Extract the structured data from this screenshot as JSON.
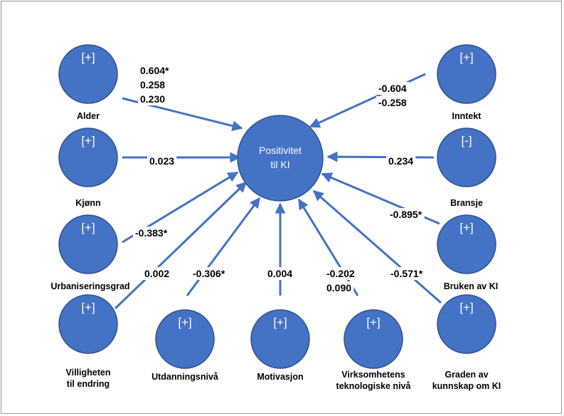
{
  "center": {
    "line1": "Positivitet",
    "line2": "til KI"
  },
  "nodes": {
    "alder": {
      "sign": "[+]",
      "label_lines": [
        "Alder"
      ]
    },
    "kjonn": {
      "sign": "[+]",
      "label_lines": [
        "Kjønn"
      ]
    },
    "urban": {
      "sign": "[+]",
      "label_lines": [
        "Urbaniseringsgrad"
      ]
    },
    "villighet": {
      "sign": "[+]",
      "label_lines": [
        "Villigheten",
        "til endring"
      ]
    },
    "utdanning": {
      "sign": "[+]",
      "label_lines": [
        "Utdanningsnivå"
      ]
    },
    "motivasjon": {
      "sign": "[+]",
      "label_lines": [
        "Motivasjon"
      ]
    },
    "virksomhet": {
      "sign": "[+]",
      "label_lines": [
        "Virksomhetens",
        "teknologiske nivå"
      ]
    },
    "graden": {
      "sign": "[+]",
      "label_lines": [
        "Graden av",
        "kunnskap om KI"
      ]
    },
    "bruken": {
      "sign": "[+]",
      "label_lines": [
        "Bruken av KI"
      ]
    },
    "bransje": {
      "sign": "[-]",
      "label_lines": [
        "Bransje"
      ]
    },
    "inntekt": {
      "sign": "[+]",
      "label_lines": [
        "Inntekt"
      ]
    }
  },
  "coefficients": {
    "alder": [
      "0.604*",
      "0.258",
      "0.230"
    ],
    "kjonn": [
      "0.023"
    ],
    "urban": [
      "-0.383*"
    ],
    "villighet": [
      "0.002"
    ],
    "utdanning": [
      "-0.306*"
    ],
    "motivasjon": [
      "0.004"
    ],
    "virksomhet": [
      "-0.202",
      "0.090"
    ],
    "graden": [
      "-0.571*"
    ],
    "bruken": [
      "-0.895*"
    ],
    "bransje": [
      "0.234"
    ],
    "inntekt": [
      "-0.604",
      "-0.258"
    ]
  },
  "colors": {
    "node_fill": "#4472c4",
    "node_stroke": "#2f528f",
    "edge": "#4472c4"
  }
}
